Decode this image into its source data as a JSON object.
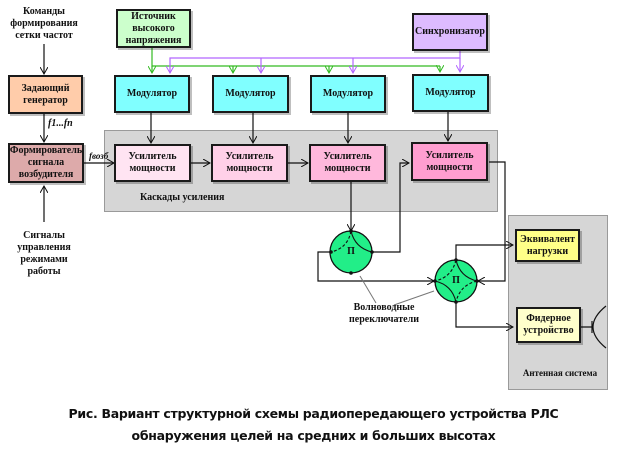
{
  "inputs": {
    "freq_grid_commands": "Команды формирования сетки частот",
    "mode_control_signals": "Сигналы управления режимами работы"
  },
  "blocks": {
    "master_oscillator": "Задающий генератор",
    "exciter_shaper": "Формирователь сигнала возбудителя",
    "hv_source": "Источник высокого напряжения",
    "synchronizer": "Синхронизатор",
    "modulators": [
      "Модулятор",
      "Модулятор",
      "Модулятор",
      "Модулятор"
    ],
    "amplifiers": [
      "Усилитель мощности",
      "Усилитель мощности",
      "Усилитель мощности",
      "Усилитель мощности"
    ],
    "dummy_load": "Эквивалент нагрузки",
    "feeder": "Фидерное устройство"
  },
  "groups": {
    "amplifier_cascades": "Каскады усиления",
    "antenna_system": "Антенная система"
  },
  "signals": {
    "f_range": "f1...fn",
    "f_exc": "fвозб"
  },
  "switches": {
    "symbol": "П",
    "label": "Волноводные переключатели"
  },
  "colors": {
    "hv_source": "#ccffcc",
    "synchronizer": "#ddbbff",
    "modulator": "#80ffff",
    "master_oscillator": "#ffccaa",
    "exciter_shaper": "#ddaaaa",
    "amp1": "#ffe4f2",
    "amp2": "#ffd0e8",
    "amp3": "#ffb8dc",
    "amp4": "#ff9ed0",
    "dummy_load": "#ffff88",
    "feeder": "#ffffcc",
    "switch": "#22ee88",
    "hv_wire": "#33bb22",
    "sync_wire": "#b266ff",
    "group_bg": "#d6d6d6"
  },
  "caption": {
    "line1": "Рис. Вариант структурной схемы радиопередающего  устройства РЛС",
    "line2": "обнаружения целей на средних и больших высотах"
  }
}
